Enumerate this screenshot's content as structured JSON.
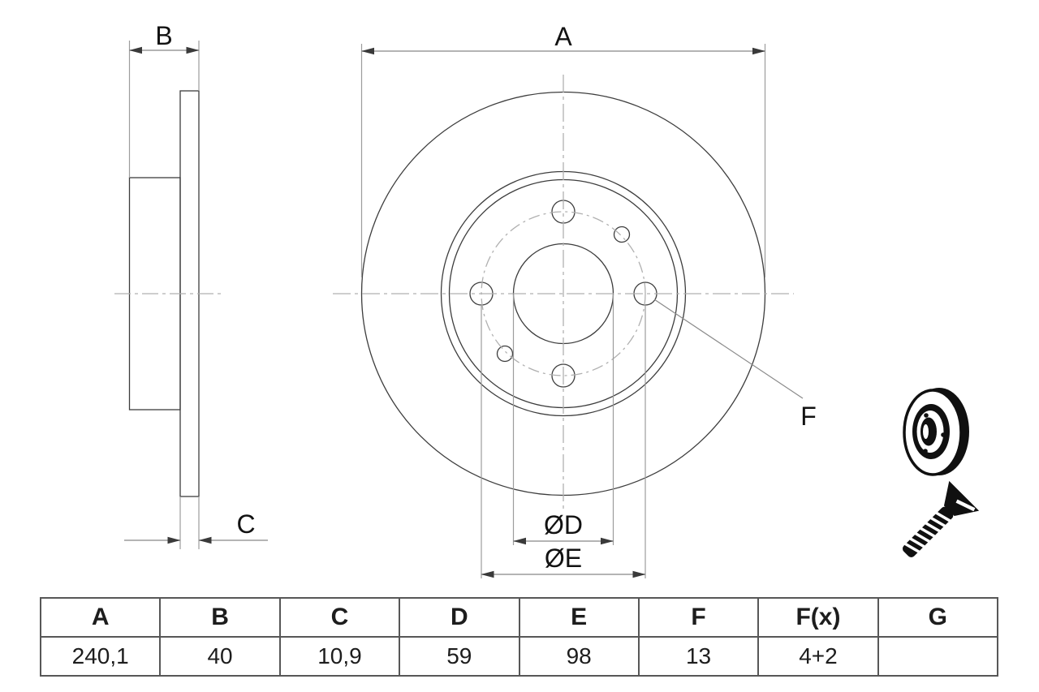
{
  "drawing": {
    "title": "brake-disc-technical-drawing",
    "dimension_labels": {
      "a": "A",
      "b": "B",
      "c": "C",
      "od": "ØD",
      "oe": "ØE",
      "f": "F"
    }
  },
  "table": {
    "headers": [
      "A",
      "B",
      "C",
      "D",
      "E",
      "F",
      "F(x)",
      "G"
    ],
    "values": [
      "240,1",
      "40",
      "10,9",
      "59",
      "98",
      "13",
      "4+2",
      ""
    ]
  },
  "icons": {
    "part_preview": "brake-disc-3d-icon",
    "fastening": "countersunk-screw-icon"
  },
  "colors": {
    "background": "#ffffff",
    "outline": "#3d3d3d",
    "dimension_line": "#9c9c9c",
    "arrow": "#3a3a3a",
    "centerline": "#b0b0b0",
    "leader": "#8a8a8a",
    "label_text": "#121212",
    "table_border": "#575757",
    "table_text": "#1d1d1d",
    "icon": "#101010"
  }
}
